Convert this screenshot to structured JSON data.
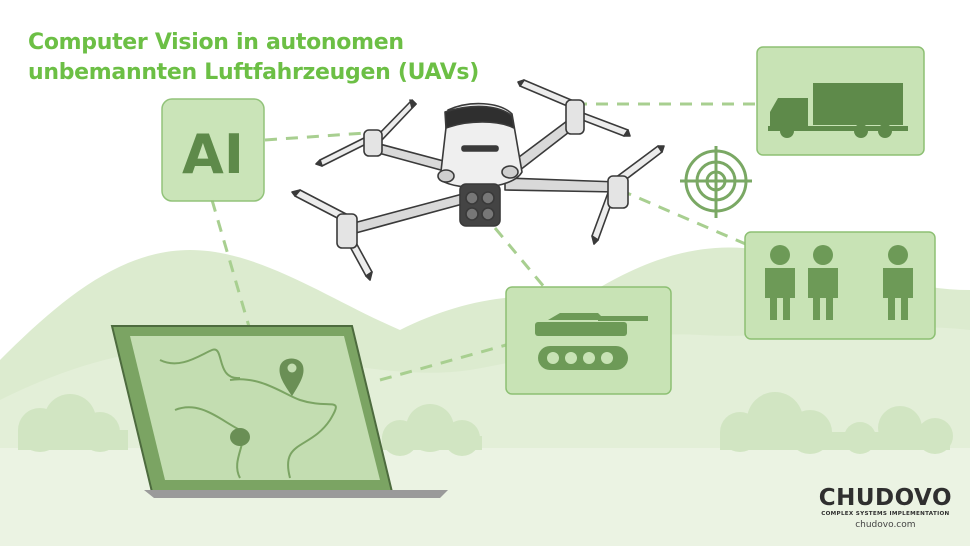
{
  "title": {
    "line1": "Computer Vision in autonomen",
    "line2": "unbemannten Luftfahrzeugen (UAVs)"
  },
  "ai_card": {
    "label": "AI",
    "icon": "ai-text-icon"
  },
  "detections": [
    {
      "name": "truck",
      "icon": "truck-icon"
    },
    {
      "name": "people",
      "icon": "people-icon"
    },
    {
      "name": "tank",
      "icon": "tank-icon"
    }
  ],
  "icons": [
    "drone-icon",
    "crosshair-target-icon",
    "laptop-icon",
    "map-pin-icon"
  ],
  "logo": {
    "wordmark": "CHUDOVO",
    "tagline": "COMPLEX SYSTEMS IMPLEMENTATION",
    "website": "chudovo.com"
  },
  "colors": {
    "accent_green": "#6cbf45",
    "card_fill": "#c8e3b5",
    "card_stroke": "#8dc073",
    "icon_green": "#5e8a4a",
    "hills": "#d7e8c9",
    "ground": "#e5f0dc",
    "drone_body": "#e8e8e8",
    "drone_outline": "#3a3a3a"
  }
}
